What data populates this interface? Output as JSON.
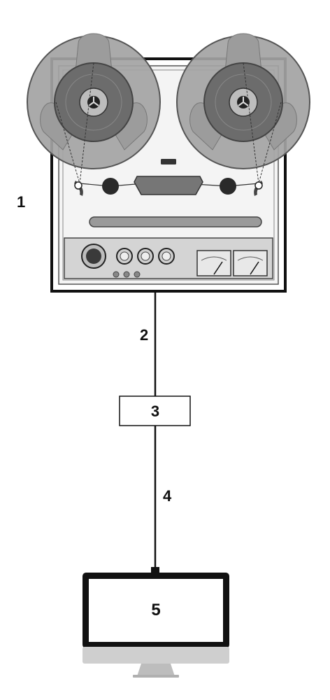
{
  "labels": {
    "tape_recorder": "1",
    "cable_upper": "2",
    "converter_box": "3",
    "cable_lower": "4",
    "monitor": "5"
  },
  "components": [
    {
      "id": "tape_recorder",
      "icon": "reel-to-reel-tape-recorder-icon"
    },
    {
      "id": "converter_box",
      "icon": "rectangle-box"
    },
    {
      "id": "monitor",
      "icon": "computer-monitor-icon"
    }
  ],
  "colors": {
    "line": "#111111",
    "reel_outer": "#a0a0a0",
    "reel_inner": "#6e6e6e",
    "panel": "#d6d6d6",
    "monitor_stand": "#c8c8c8"
  }
}
